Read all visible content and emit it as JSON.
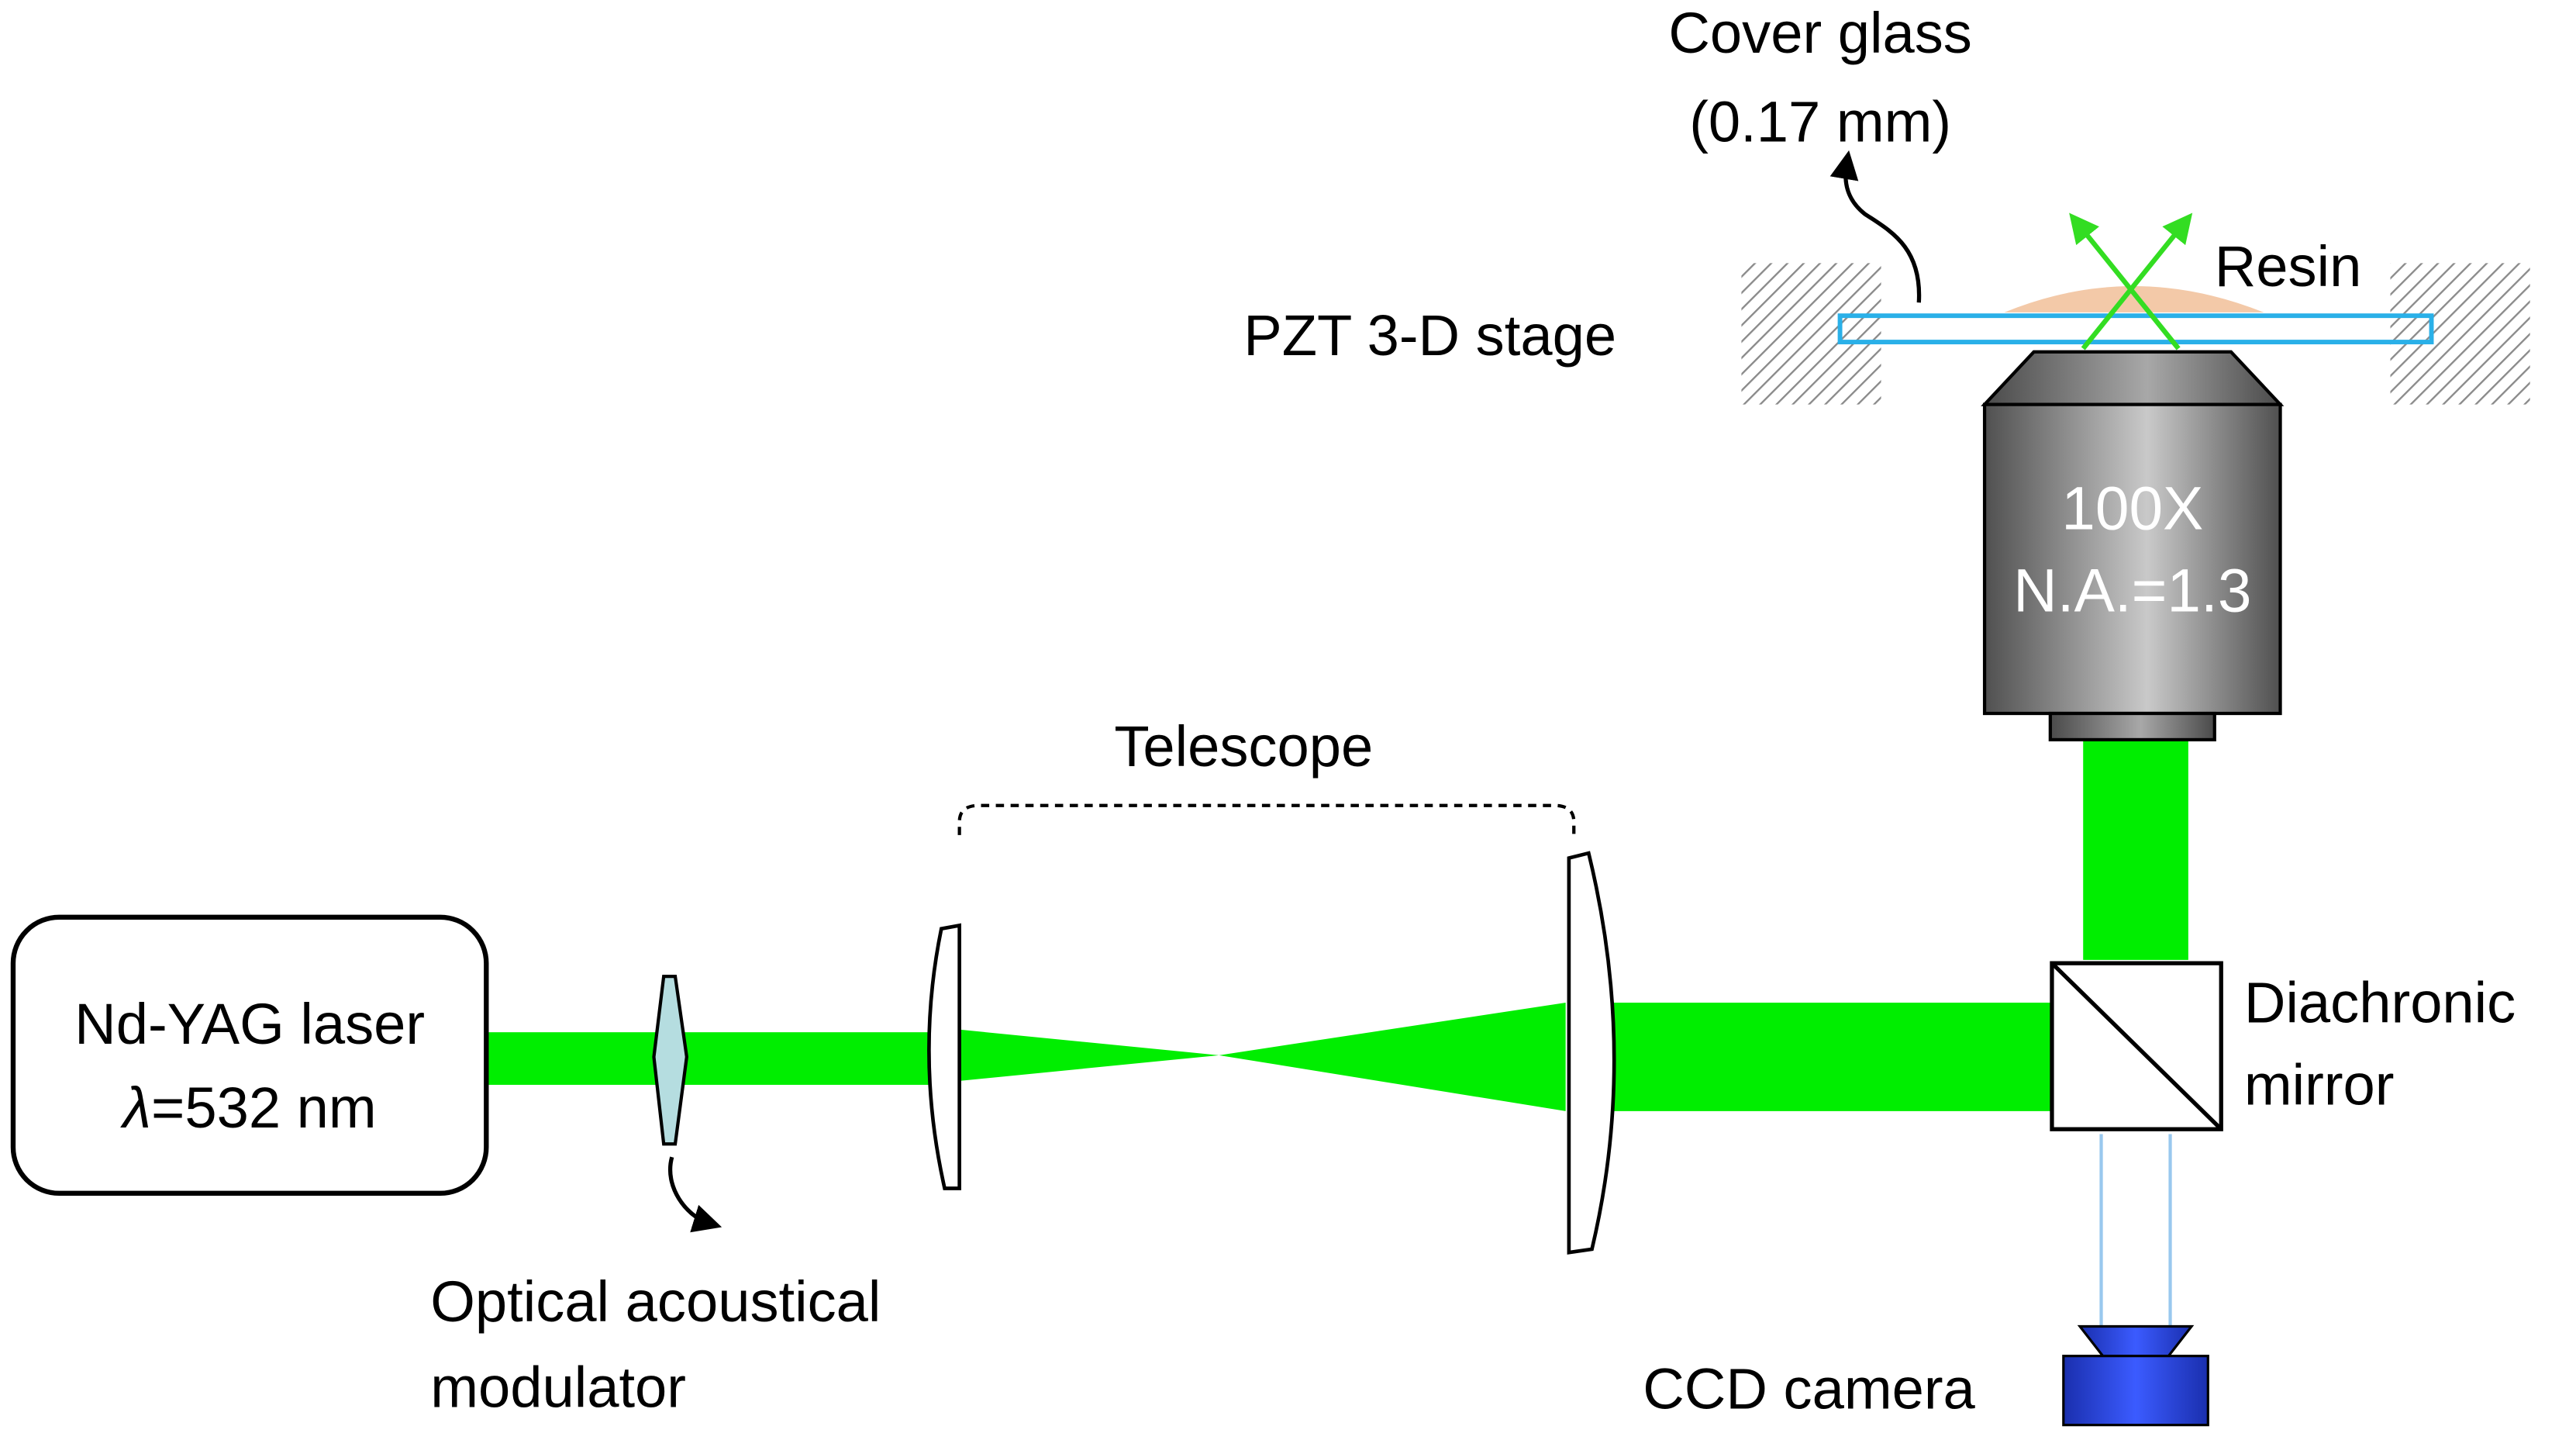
{
  "labels": {
    "cover_glass_line1": "Cover glass",
    "cover_glass_line2": "(0.17 mm)",
    "resin": "Resin",
    "pzt_stage": "PZT 3-D stage",
    "objective_line1": "100X",
    "objective_line2": "N.A.=1.3",
    "telescope": "Telescope",
    "laser_line1": "Nd-YAG laser",
    "laser_lambda": "λ",
    "laser_line2": "=532 nm",
    "aom_line1": "Optical acoustical",
    "aom_line2": "modulator",
    "mirror_line1": "Diachronic",
    "mirror_line2": "mirror",
    "ccd": "CCD camera"
  },
  "colors": {
    "beam": "#00ee00",
    "scatter_beam": "#33dd22",
    "imaging_beam": "#99c8ee",
    "cover_glass": "#2ab0e8",
    "resin": "#f3c9a8",
    "ccd_body": "#2244cc",
    "aom": "#b5dde0",
    "objective_dark": "#555555",
    "objective_light": "#c8c8c8"
  }
}
